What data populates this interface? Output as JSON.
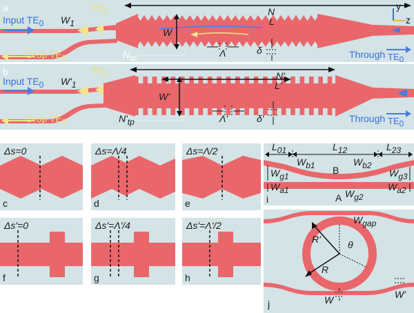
{
  "colors": {
    "panel_bg": "#d3e3e6",
    "waveguide": "#e9676b",
    "te0_arrow": "#4a7be0",
    "te1_arrow": "#f3e58c",
    "dimension": "#111111"
  },
  "panel_a": {
    "letter": "a",
    "input": "Input TE",
    "input_sub": "0",
    "w1": "W",
    "w1_sub": "1",
    "te1": "TE",
    "te1_sub": "1",
    "drop": "Drop TE",
    "drop_sub": "0",
    "w": "W",
    "n": "N",
    "l": "L",
    "lambda": "Λ",
    "delta": "δ",
    "ntp": "N",
    "ntp_sub": "tp",
    "through": "Through",
    "te0": "TE",
    "te0_sub": "0",
    "axis_y": "y",
    "axis_z": "z"
  },
  "panel_b": {
    "letter": "b",
    "input": "Input TE",
    "input_sub": "0",
    "w1": "W'",
    "w1_sub": "1",
    "te1": "TE",
    "te1_sub": "1",
    "drop": "Drop TE",
    "drop_sub": "0",
    "w": "W'",
    "n": "N'",
    "l": "L'",
    "lambda": "Λ'",
    "delta": "δ'",
    "ntp": "N'",
    "ntp_sub": "tp",
    "through": "Through",
    "te0": "TE",
    "te0_sub": "0"
  },
  "small_panels": [
    {
      "letter": "c",
      "shift": "Δs=0"
    },
    {
      "letter": "d",
      "shift": "Δs=Λ/4"
    },
    {
      "letter": "e",
      "shift": "Δs=Λ/2"
    },
    {
      "letter": "f",
      "shift": "Δs'=0"
    },
    {
      "letter": "g",
      "shift": "Δs'=Λ'/4"
    },
    {
      "letter": "h",
      "shift": "Δs'=Λ'/2"
    }
  ],
  "panel_i": {
    "letter": "i",
    "l01": "L",
    "l01_sub": "01",
    "l12": "L",
    "l12_sub": "12",
    "l23": "L",
    "l23_sub": "23",
    "wb1": "W",
    "wb1_sub": "b1",
    "wb2": "W",
    "wb2_sub": "b2",
    "wg1": "W",
    "wg1_sub": "g1",
    "wg2": "W",
    "wg2_sub": "g2",
    "wg3": "W",
    "wg3_sub": "g3",
    "wa1": "W",
    "wa1_sub": "a1",
    "wa2": "W",
    "wa2_sub": "a2",
    "b": "B",
    "a": "A"
  },
  "panel_j": {
    "letter": "j",
    "wgap": "W",
    "wgap_sub": "gap",
    "r_outer": "R'",
    "r_inner": "R",
    "theta": "θ",
    "w": "W",
    "w2": "W'"
  }
}
